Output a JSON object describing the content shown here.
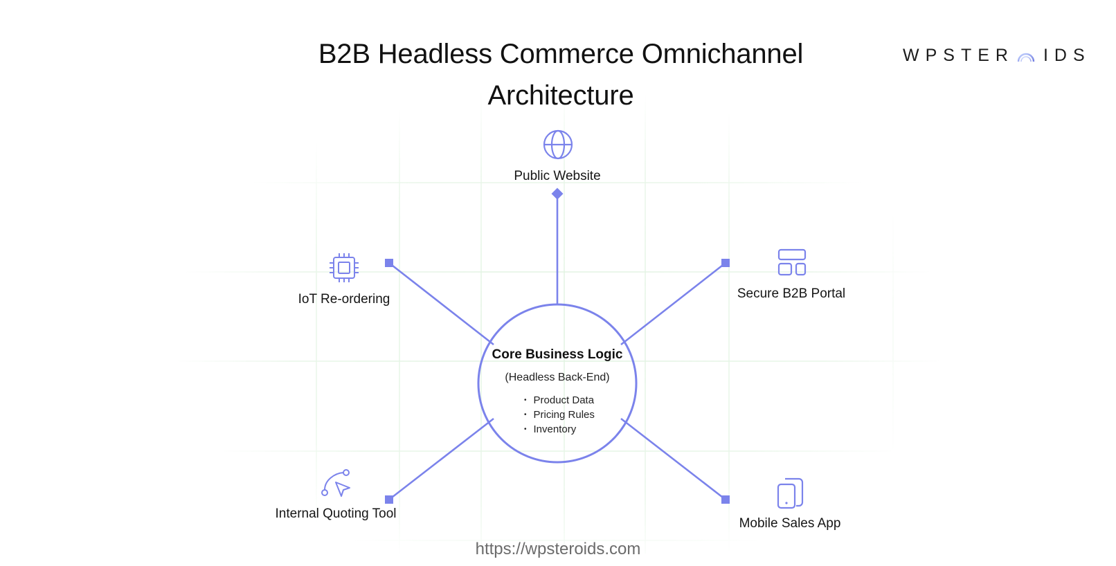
{
  "title": "B2B Headless Commerce Omnichannel Architecture",
  "logo": {
    "text_left": "WPSTER",
    "text_right": "IDS"
  },
  "core": {
    "title": "Core Business Logic",
    "subtitle": "(Headless Back-End)",
    "items": [
      "Product Data",
      "Pricing Rules",
      "Inventory"
    ]
  },
  "nodes": {
    "public_website": "Public Website",
    "iot_reordering": "IoT Re-ordering",
    "secure_portal": "Secure B2B Portal",
    "quoting_tool": "Internal Quoting Tool",
    "mobile_app": "Mobile Sales App"
  },
  "footer_url": "https://wpsteroids.com",
  "colors": {
    "accent": "#7b83eb",
    "grid": "#e8f5e8",
    "text": "#141414",
    "footer": "#6b6b6b"
  },
  "icons": {
    "public_website": "globe-icon",
    "iot_reordering": "chip-icon",
    "secure_portal": "layout-icon",
    "quoting_tool": "pointer-path-icon",
    "mobile_app": "tablet-icon"
  }
}
